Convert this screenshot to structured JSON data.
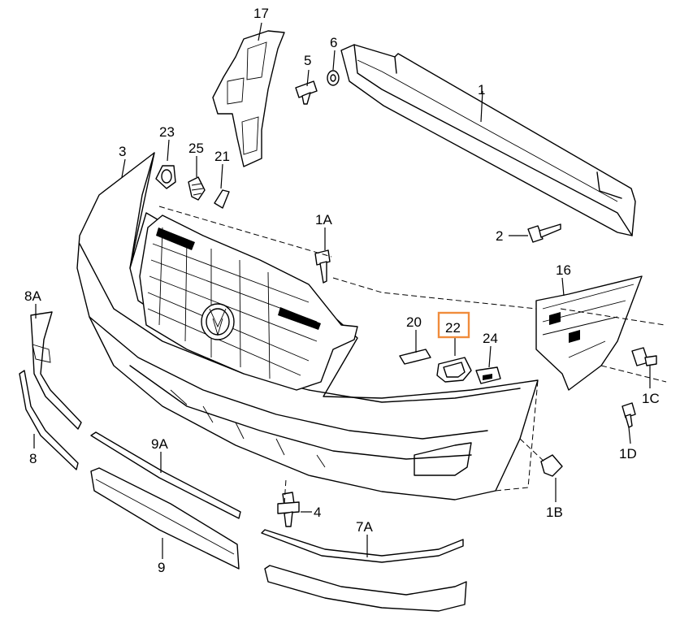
{
  "diagram": {
    "callouts": [
      {
        "id": "c1",
        "label": "1"
      },
      {
        "id": "c2",
        "label": "2"
      },
      {
        "id": "c3",
        "label": "3"
      },
      {
        "id": "c4",
        "label": "4"
      },
      {
        "id": "c5",
        "label": "5"
      },
      {
        "id": "c6",
        "label": "6"
      },
      {
        "id": "c7A",
        "label": "7A"
      },
      {
        "id": "c8A",
        "label": "8A"
      },
      {
        "id": "c8",
        "label": "8"
      },
      {
        "id": "c9A",
        "label": "9A"
      },
      {
        "id": "c9",
        "label": "9"
      },
      {
        "id": "c16",
        "label": "16"
      },
      {
        "id": "c17",
        "label": "17"
      },
      {
        "id": "c1A",
        "label": "1A"
      },
      {
        "id": "c1B",
        "label": "1B"
      },
      {
        "id": "c1C",
        "label": "1C"
      },
      {
        "id": "c1D",
        "label": "1D"
      },
      {
        "id": "c20",
        "label": "20"
      },
      {
        "id": "c21",
        "label": "21"
      },
      {
        "id": "c22",
        "label": "22"
      },
      {
        "id": "c23",
        "label": "23"
      },
      {
        "id": "c24",
        "label": "24"
      },
      {
        "id": "c25",
        "label": "25"
      }
    ],
    "highlight": {
      "label": "22",
      "color": "#f08c3c"
    }
  }
}
